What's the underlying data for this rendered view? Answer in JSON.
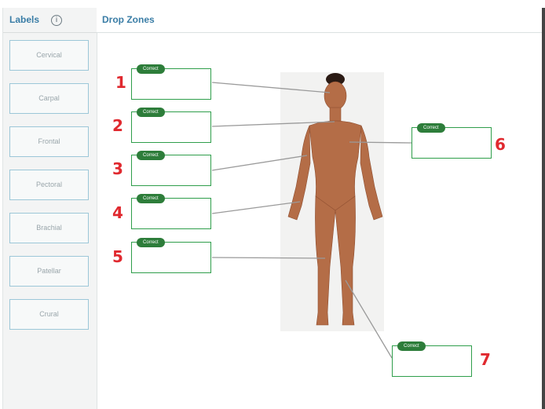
{
  "left_panel": {
    "title": "Labels",
    "info_icon": "i",
    "labels": [
      "Cervical",
      "Carpal",
      "Frontal",
      "Pectoral",
      "Brachial",
      "Patellar",
      "Crural"
    ]
  },
  "main": {
    "title": "Drop Zones",
    "zones": [
      {
        "number": "1",
        "badge": "Correct"
      },
      {
        "number": "2",
        "badge": "Correct"
      },
      {
        "number": "3",
        "badge": "Correct"
      },
      {
        "number": "4",
        "badge": "Correct"
      },
      {
        "number": "5",
        "badge": "Correct"
      },
      {
        "number": "6",
        "badge": "Correct"
      },
      {
        "number": "7",
        "badge": "Correct"
      }
    ]
  },
  "colors": {
    "accent": "#3a7da6",
    "zone_border": "#2f9e4b",
    "badge_bg": "#2d7d3a",
    "number_red": "#e0292f",
    "skin": "#b46d47"
  }
}
